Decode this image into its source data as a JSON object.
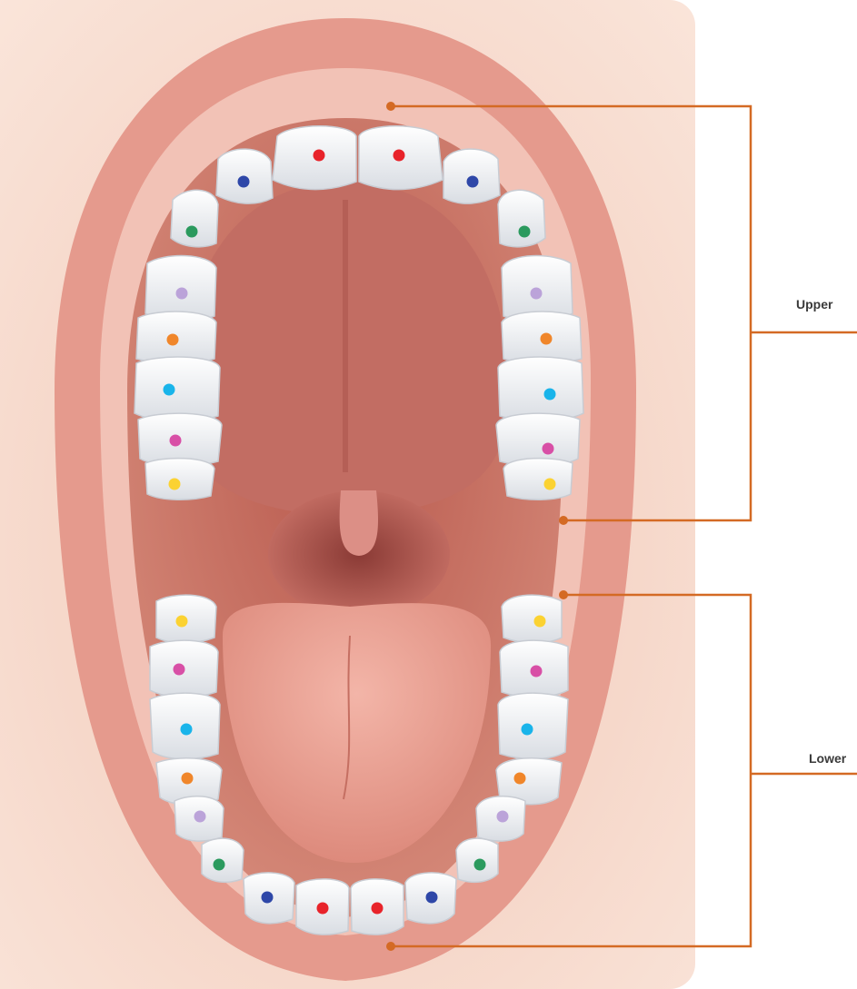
{
  "labels": {
    "upper": "Upper",
    "lower": "Lower"
  },
  "colors": {
    "accent_tab": "#b5d45a",
    "leader_line": "#d46a24",
    "tooth_dots": {
      "central_incisor": "#e8232a",
      "lateral_incisor": "#2e47a8",
      "canine": "#2b9a5e",
      "first_premolar": "#bba3d9",
      "second_premolar": "#f0862a",
      "first_molar": "#19b4ea",
      "second_molar": "#d84fa6",
      "third_molar": "#fbd232"
    }
  },
  "dot_sequence": [
    "central_incisor",
    "lateral_incisor",
    "canine",
    "first_premolar",
    "second_premolar",
    "first_molar",
    "second_molar",
    "third_molar"
  ]
}
